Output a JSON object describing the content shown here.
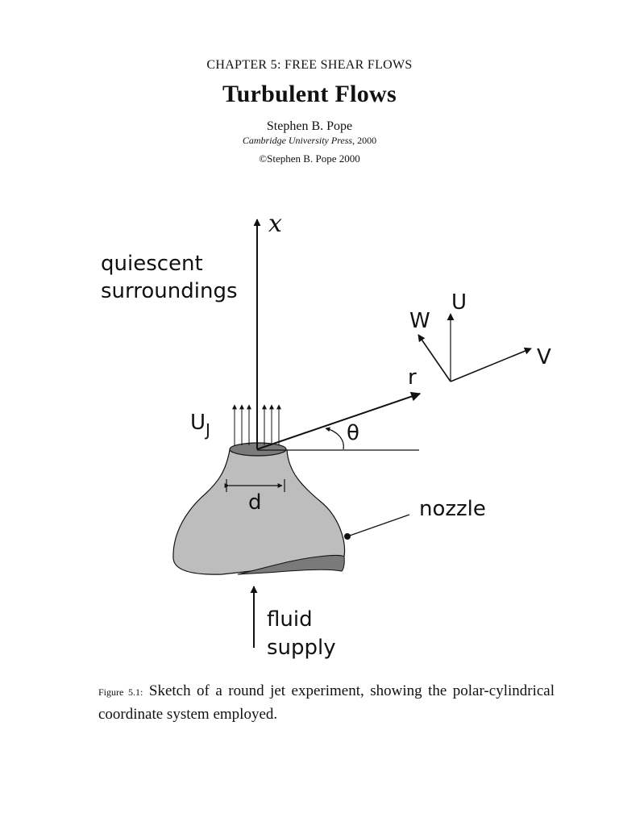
{
  "header": {
    "chapter": "CHAPTER 5: FREE SHEAR FLOWS",
    "book_title": "Turbulent Flows",
    "author": "Stephen B. Pope",
    "publisher": "Cambridge University Press",
    "year": "2000",
    "copyright": "©Stephen B. Pope 2000"
  },
  "figure": {
    "labels": {
      "x_axis": "x",
      "quiescent_line1": "quiescent",
      "quiescent_line2": "surroundings",
      "U": "U",
      "W": "W",
      "V": "V",
      "r": "r",
      "theta": "θ",
      "UJ_main": "U",
      "UJ_sub": "J",
      "d": "d",
      "nozzle": "nozzle",
      "fluid_line1": "fluid",
      "fluid_line2": "supply"
    },
    "colors": {
      "nozzle_fill": "#bdbdbd",
      "nozzle_dark": "#7a7a7a",
      "stroke": "#111111"
    }
  },
  "caption": {
    "label": "Figure 5.1:",
    "text": "Sketch of a round jet experiment, showing the polar-cylindrical coordinate system employed."
  }
}
